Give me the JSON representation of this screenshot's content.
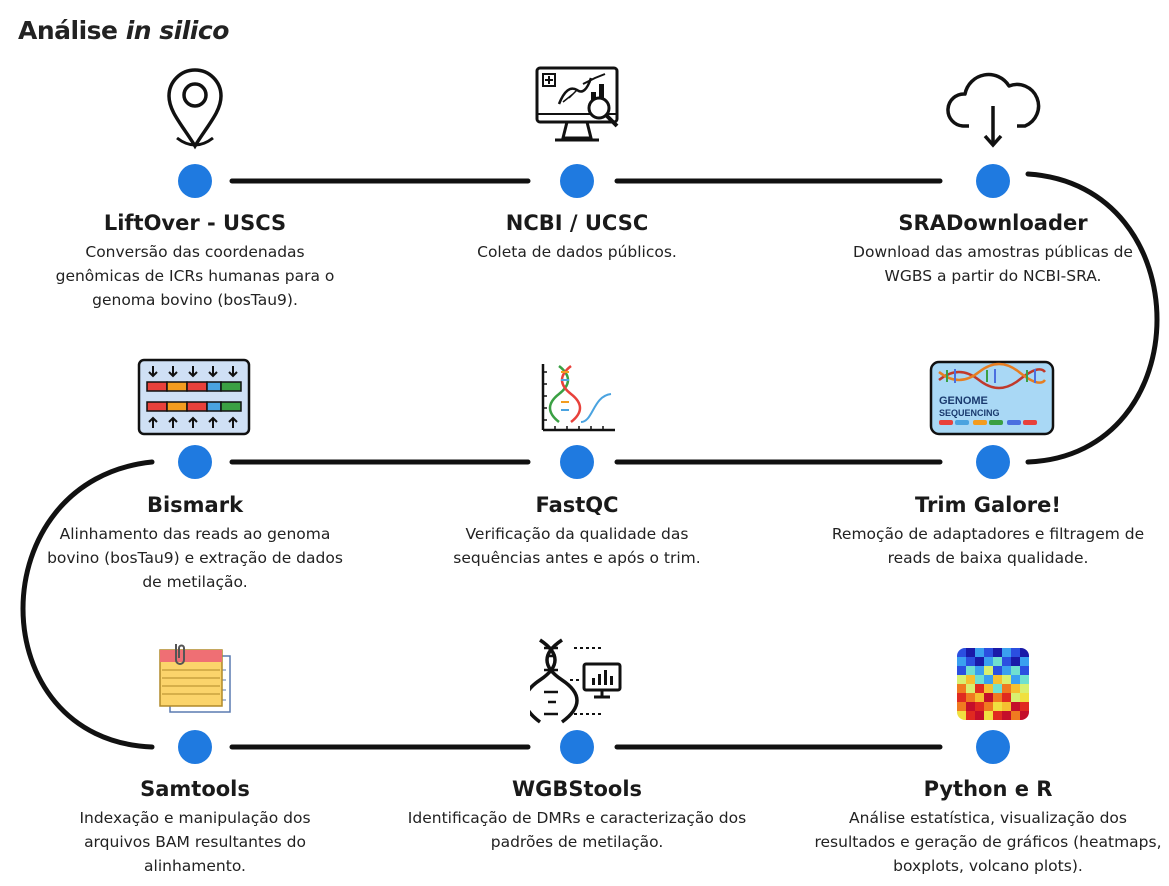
{
  "title": {
    "main": "Análise",
    "italic": "in silico"
  },
  "colors": {
    "dot": "#1f7ae0",
    "line": "#111111"
  },
  "steps": [
    {
      "name": "LiftOver - USCS",
      "desc": "Conversão das coordenadas genômicas de ICRs humanas para o genoma bovino (bosTau9).",
      "icon": "map-pin-icon"
    },
    {
      "name": "NCBI / UCSC",
      "desc": "Coleta de dados públicos.",
      "icon": "data-monitor-icon"
    },
    {
      "name": "SRADownloader",
      "desc": "Download das amostras públicas de WGBS a partir do NCBI-SRA.",
      "icon": "cloud-download-icon"
    },
    {
      "name": "Bismark",
      "desc": "Alinhamento das reads ao genoma bovino (bosTau9) e extração de dados de metilação.",
      "icon": "alignment-icon"
    },
    {
      "name": "FastQC",
      "desc": "Verificação da qualidade das sequências antes e após o trim.",
      "icon": "dna-quality-icon"
    },
    {
      "name": "Trim Galore!",
      "desc": "Remoção de adaptadores e filtragem de reads de baixa qualidade.",
      "icon": "genome-sequencing-icon",
      "icon_text": [
        "GENOME",
        "SEQUENCING"
      ]
    },
    {
      "name": "Samtools",
      "desc": "Indexação e manipulação dos arquivos BAM resultantes do alinhamento.",
      "icon": "files-icon"
    },
    {
      "name": "WGBStools",
      "desc": "Identificação de DMRs e caracterização dos padrões de metilação.",
      "icon": "dna-monitor-icon"
    },
    {
      "name": "Python e R",
      "desc": "Análise estatística, visualização dos resultados e geração de gráficos (heatmaps, boxplots, volcano plots).",
      "icon": "heatmap-icon"
    }
  ]
}
